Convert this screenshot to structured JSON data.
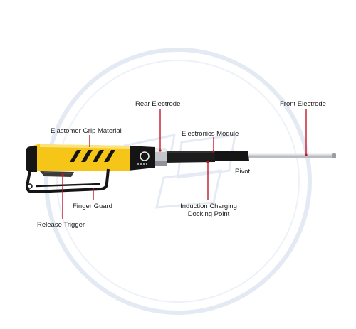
{
  "labels": {
    "rear_electrode": "Rear Electrode",
    "front_electrode": "Front Electrode",
    "elastomer_grip": "Elastomer Grip Material",
    "electronics_module": "Electronics Module",
    "pivot": "Pivot",
    "finger_guard": "Finger Guard",
    "induction_charging_line1": "Induction Charging",
    "induction_charging_line2": "Docking Point",
    "release_trigger": "Release Trigger"
  },
  "colors": {
    "leader_line": "#c4162b",
    "grip_yellow": "#f5c518",
    "body_black": "#151515",
    "electrode_steel": "#b9bcc0",
    "watermark": "#c9d4e8"
  }
}
